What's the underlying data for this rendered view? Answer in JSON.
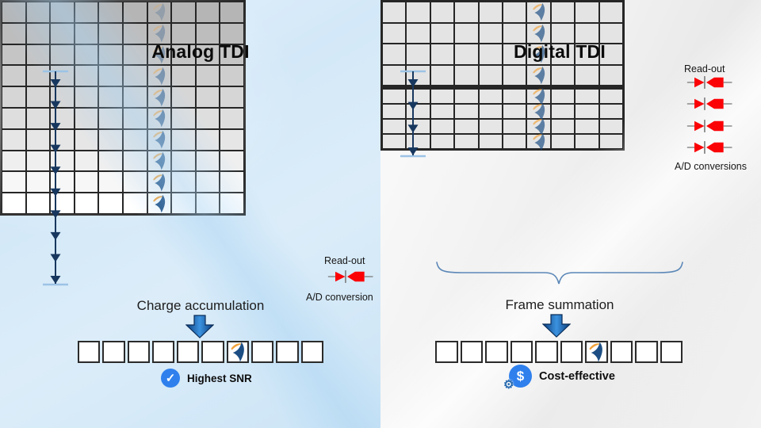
{
  "colors": {
    "navy": "#17375e",
    "tick_blue": "#9cc3e6",
    "diode_red": "#fb0207",
    "wire_gray": "#7f7f7f",
    "badge_blue": "#2f80ed",
    "brace_blue": "#5b87b7",
    "swoosh_blue": "#1c4e84",
    "swoosh_orange": "#f2a33c",
    "grid_border": "#262626",
    "down_arrow_dark": "#0d3d7c",
    "down_arrow_light": "#3b93e0"
  },
  "left_panel": {
    "title": "Analog TDI",
    "scan_arrow": {
      "count": 10
    },
    "sensor_grid": {
      "rows": 10,
      "cols": 10,
      "logo_col": 7,
      "top_color": "#b5b5b5",
      "bottom_color": "#ffffff",
      "logo_opacity_start": 0.22,
      "logo_opacity_end": 1.0
    },
    "readout_label": "Read-out",
    "adc_label": "A/D conversion",
    "adc_count": 1,
    "process_label": "Charge accumulation",
    "output_row": {
      "cols": 10,
      "logo_col": 7
    },
    "badge": {
      "label": "Highest SNR",
      "icon_glyph": "✓"
    }
  },
  "right_panel": {
    "title": "Digital TDI",
    "scan_arrow": {
      "count": 4
    },
    "sensor_grid": {
      "rows": 4,
      "cols": 10,
      "logo_col": 7,
      "cell_color": "#e4e4e4",
      "logo_opacity": 0.68
    },
    "readout_label": "Read-out",
    "adc_label": "A/D conversions",
    "adc_count": 4,
    "frame_grid": {
      "rows": 4,
      "cols": 10,
      "logo_col": 7,
      "cell_color": "#e6e6e6",
      "logo_opacity": 0.68
    },
    "process_label": "Frame summation",
    "output_row": {
      "cols": 10,
      "logo_col": 7
    },
    "badge": {
      "label": "Cost-effective",
      "icon_glyph": "$",
      "gear_glyph": "⚙"
    }
  }
}
